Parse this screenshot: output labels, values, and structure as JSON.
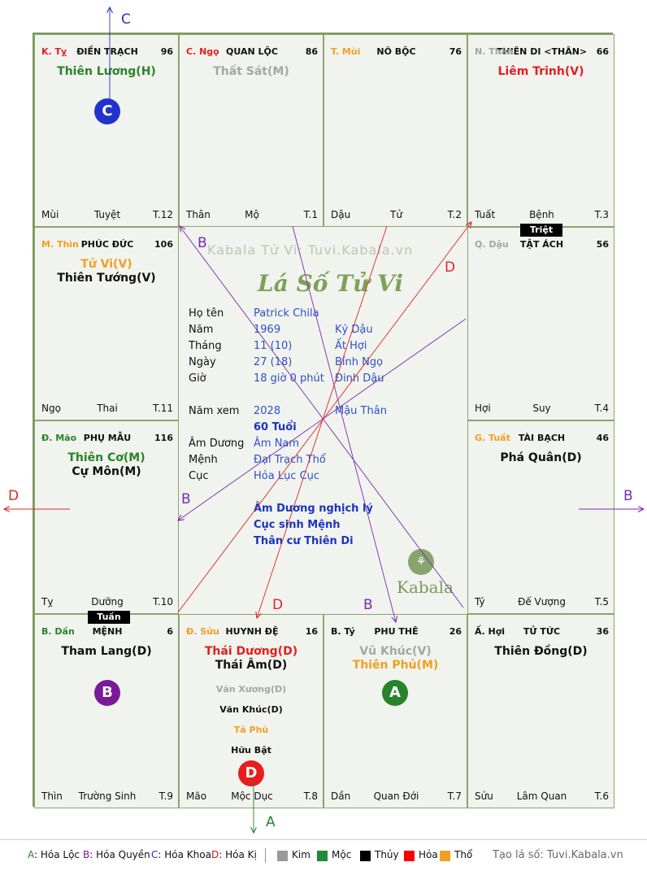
{
  "watermark": "Kabala Tử Vi: Tuvi.Kabala.vn",
  "chart_title": "Lá Số Tử Vi",
  "kabala_logo": "Kabala",
  "colors": {
    "green": "#28832a",
    "red": "#e61e1e",
    "orange": "#f0a020",
    "gray": "#a6a6a6",
    "black": "#111111",
    "blue": "#2233cc",
    "purple": "#7a1a9a",
    "dark_red": "#c02020",
    "line_red": "#e02525",
    "line_purple": "#7a2bb0",
    "info_blue": "#2f50c9"
  },
  "palaces": [
    {
      "can_chi": "K. Tỵ",
      "cc_color": "#e61e1e",
      "name": "ĐIỀN TRẠCH",
      "score": "96",
      "stars": [
        {
          "text": "Thiên Lương(H)",
          "color": "#28832a"
        }
      ],
      "minor": [],
      "bl": "Mùi",
      "bc": "Tuyệt",
      "br": "T.12"
    },
    {
      "can_chi": "C. Ngọ",
      "cc_color": "#e61e1e",
      "name": "QUAN LỘC",
      "score": "86",
      "stars": [
        {
          "text": "Thất Sát(M)",
          "color": "#a6a6a6"
        }
      ],
      "minor": [],
      "bl": "Thân",
      "bc": "Mộ",
      "br": "T.1"
    },
    {
      "can_chi": "T. Mùi",
      "cc_color": "#f0a020",
      "name": "NÔ BỘC",
      "score": "76",
      "stars": [],
      "minor": [],
      "bl": "Dậu",
      "bc": "Tử",
      "br": "T.2"
    },
    {
      "can_chi": "N. Thân",
      "cc_color": "#a6a6a6",
      "name": "THIÊN DI <THÂN>",
      "score": "66",
      "stars": [
        {
          "text": "Liêm Trinh(V)",
          "color": "#e61e1e"
        }
      ],
      "minor": [],
      "bl": "Tuất",
      "bc": "Bệnh",
      "br": "T.3"
    },
    {
      "can_chi": "Q. Dậu",
      "cc_color": "#a6a6a6",
      "name": "TẬT ÁCH",
      "score": "56",
      "stars": [],
      "minor": [],
      "bl": "Hợi",
      "bc": "Suy",
      "br": "T.4"
    },
    {
      "can_chi": "G. Tuất",
      "cc_color": "#f0a020",
      "name": "TÀI BẠCH",
      "score": "46",
      "stars": [
        {
          "text": "Phá Quân(D)",
          "color": "#111111"
        }
      ],
      "minor": [],
      "bl": "Tý",
      "bc": "Đế Vượng",
      "br": "T.5"
    },
    {
      "can_chi": "Ấ. Hợi",
      "cc_color": "#111111",
      "name": "TỬ TỨC",
      "score": "36",
      "stars": [
        {
          "text": "Thiên Đồng(D)",
          "color": "#111111"
        }
      ],
      "minor": [],
      "bl": "Sửu",
      "bc": "Lâm Quan",
      "br": "T.6"
    },
    {
      "can_chi": "B. Tý",
      "cc_color": "#111111",
      "name": "PHU THÊ",
      "score": "26",
      "stars": [
        {
          "text": "Vũ Khúc(V)",
          "color": "#a6a6a6"
        },
        {
          "text": "Thiên Phủ(M)",
          "color": "#f0a020"
        }
      ],
      "minor": [],
      "bl": "Dần",
      "bc": "Quan Đới",
      "br": "T.7"
    },
    {
      "can_chi": "Đ. Sửu",
      "cc_color": "#f0a020",
      "name": "HUYNH ĐỆ",
      "score": "16",
      "stars": [
        {
          "text": "Thái Dương(D)",
          "color": "#e61e1e"
        },
        {
          "text": "Thái Âm(D)",
          "color": "#111111"
        }
      ],
      "minor": [
        {
          "text": "Văn Xương(D)",
          "color": "#a6a6a6"
        },
        {
          "text": "Văn Khúc(D)",
          "color": "#111111"
        },
        {
          "text": "Tả Phù",
          "color": "#f0a020"
        },
        {
          "text": "Hữu Bật",
          "color": "#111111"
        }
      ],
      "bl": "Mão",
      "bc": "Mộc Dục",
      "br": "T.8"
    },
    {
      "can_chi": "B. Dần",
      "cc_color": "#28832a",
      "name": "MỆNH",
      "score": "6",
      "stars": [
        {
          "text": "Tham Lang(D)",
          "color": "#111111"
        }
      ],
      "minor": [],
      "bl": "Thìn",
      "bc": "Trường Sinh",
      "br": "T.9"
    },
    {
      "can_chi": "Đ. Mão",
      "cc_color": "#28832a",
      "name": "PHỤ MẪU",
      "score": "116",
      "stars": [
        {
          "text": "Thiên Cơ(M)",
          "color": "#28832a"
        },
        {
          "text": "Cự Môn(M)",
          "color": "#111111"
        }
      ],
      "minor": [],
      "bl": "Tỵ",
      "bc": "Dưỡng",
      "br": "T.10"
    },
    {
      "can_chi": "M. Thìn",
      "cc_color": "#f0a020",
      "name": "PHÚC ĐỨC",
      "score": "106",
      "stars": [
        {
          "text": "Tử Vi(V)",
          "color": "#f0a020"
        },
        {
          "text": "Thiên Tướng(V)",
          "color": "#111111"
        }
      ],
      "minor": [],
      "bl": "Ngọ",
      "bc": "Thai",
      "br": "T.11"
    }
  ],
  "tags": {
    "triet": "Triệt",
    "tuan": "Tuần"
  },
  "circles": [
    {
      "letter": "C",
      "color": "#2233cc"
    },
    {
      "letter": "B",
      "color": "#7a1a9a"
    },
    {
      "letter": "A",
      "color": "#28832a"
    },
    {
      "letter": "D",
      "color": "#e61e1e"
    }
  ],
  "arrow_labels": {
    "top": "C",
    "bottom": "A",
    "left": "D",
    "right": "B"
  },
  "line_labels": {
    "b1": "B",
    "b2": "B",
    "b3": "B",
    "d1": "D",
    "d2": "D"
  },
  "info": {
    "rows": [
      {
        "label": "Họ tên",
        "value": "Patrick Chila",
        "extra": ""
      },
      {
        "label": "Năm",
        "value": "1969",
        "extra": "Kỷ Dậu"
      },
      {
        "label": "Tháng",
        "value": "11  (10)",
        "extra": "Ất Hợi"
      },
      {
        "label": "Ngày",
        "value": "27  (18)",
        "extra": "Bính Ngọ"
      },
      {
        "label": "Giờ",
        "value": "18 giờ 0 phút",
        "extra": "Đinh Dậu"
      }
    ],
    "nam_xem": {
      "label": "Năm xem",
      "value": "2028",
      "extra": "Mậu Thân"
    },
    "tuoi": "60 Tuổi",
    "rows2": [
      {
        "label": "Âm Dương",
        "value": "Âm Nam"
      },
      {
        "label": "Mệnh",
        "value": "Đại Trạch Thổ"
      },
      {
        "label": "Cục",
        "value": "Hỏa Lục Cục"
      }
    ],
    "notes": [
      "Âm Dương nghịch lý",
      "Cục sinh Mệnh",
      "Thân cư Thiên Di"
    ]
  },
  "legend": {
    "items": [
      {
        "key": "A",
        "label": ": Hóa Lộc",
        "color": "#28832a"
      },
      {
        "key": "B",
        "label": ": Hóa Quyền",
        "color": "#7a1a9a"
      },
      {
        "key": "C",
        "label": ": Hóa Khoa",
        "color": "#2233cc"
      },
      {
        "key": "D",
        "label": ": Hóa Kị",
        "color": "#c02020"
      }
    ],
    "elements": [
      {
        "label": "Kim",
        "color": "#999999"
      },
      {
        "label": "Mộc",
        "color": "#1e8c3a"
      },
      {
        "label": "Thủy",
        "color": "#000000"
      },
      {
        "label": "Hỏa",
        "color": "#ff0000"
      },
      {
        "label": "Thổ",
        "color": "#f0a020"
      }
    ],
    "site": "Tạo lá số: Tuvi.Kabala.vn"
  }
}
